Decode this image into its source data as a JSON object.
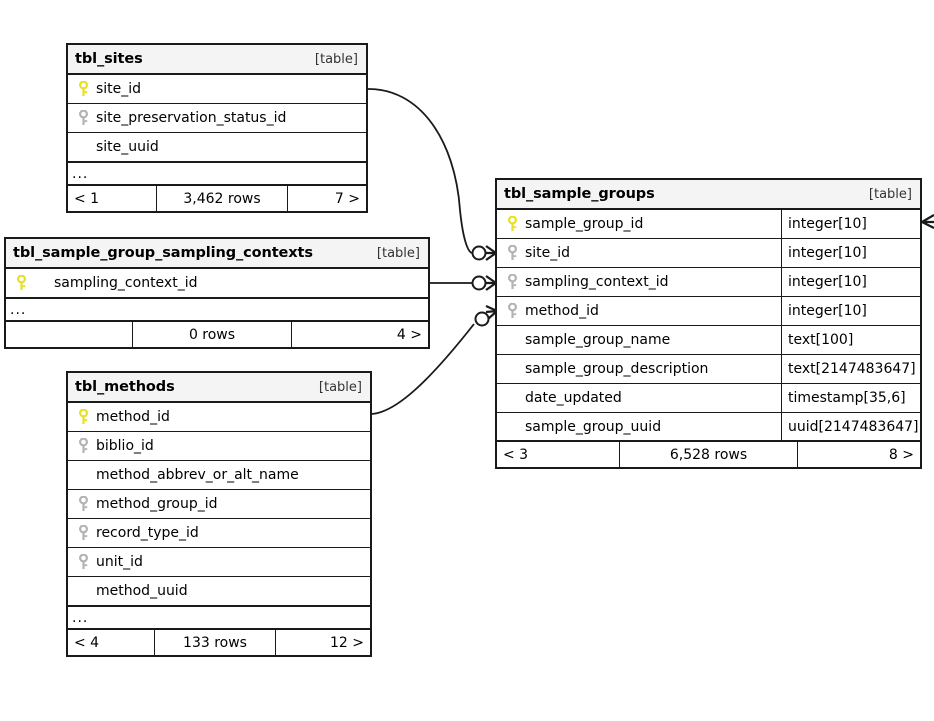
{
  "diagram": {
    "kind_label": "[table]",
    "ellipsis": "...",
    "colors": {
      "primary_key": "#e8e021",
      "foreign_key": "#b3b3b3",
      "border": "#1a1a1a",
      "header_fill": "#f4f4f4",
      "background": "#ffffff"
    }
  },
  "entities": {
    "sites": {
      "title": "tbl_sites",
      "kind": "[table]",
      "columns": [
        {
          "name": "site_id",
          "key": "pk",
          "type": ""
        },
        {
          "name": "site_preservation_status_id",
          "key": "fk",
          "type": ""
        },
        {
          "name": "site_uuid",
          "key": "none",
          "type": ""
        }
      ],
      "has_ellipsis": true,
      "footer": {
        "left": "< 1",
        "center": "3,462 rows",
        "right": "7 >"
      }
    },
    "sampling_contexts": {
      "title": "tbl_sample_group_sampling_contexts",
      "kind": "[table]",
      "columns": [
        {
          "name": "sampling_context_id",
          "key": "pk",
          "type": ""
        }
      ],
      "has_ellipsis": true,
      "footer": {
        "left": "",
        "center": "0 rows",
        "right": "4 >"
      }
    },
    "methods": {
      "title": "tbl_methods",
      "kind": "[table]",
      "columns": [
        {
          "name": "method_id",
          "key": "pk",
          "type": ""
        },
        {
          "name": "biblio_id",
          "key": "fk",
          "type": ""
        },
        {
          "name": "method_abbrev_or_alt_name",
          "key": "none",
          "type": ""
        },
        {
          "name": "method_group_id",
          "key": "fk",
          "type": ""
        },
        {
          "name": "record_type_id",
          "key": "fk",
          "type": ""
        },
        {
          "name": "unit_id",
          "key": "fk",
          "type": ""
        },
        {
          "name": "method_uuid",
          "key": "none",
          "type": ""
        }
      ],
      "has_ellipsis": true,
      "footer": {
        "left": "< 4",
        "center": "133 rows",
        "right": "12 >"
      }
    },
    "sample_groups": {
      "title": "tbl_sample_groups",
      "kind": "[table]",
      "columns": [
        {
          "name": "sample_group_id",
          "key": "pk",
          "type": "integer[10]"
        },
        {
          "name": "site_id",
          "key": "fk",
          "type": "integer[10]"
        },
        {
          "name": "sampling_context_id",
          "key": "fk",
          "type": "integer[10]"
        },
        {
          "name": "method_id",
          "key": "fk",
          "type": "integer[10]"
        },
        {
          "name": "sample_group_name",
          "key": "none",
          "type": "text[100]"
        },
        {
          "name": "sample_group_description",
          "key": "none",
          "type": "text[2147483647]"
        },
        {
          "name": "date_updated",
          "key": "none",
          "type": "timestamp[35,6]"
        },
        {
          "name": "sample_group_uuid",
          "key": "none",
          "type": "uuid[2147483647]"
        }
      ],
      "has_ellipsis": false,
      "footer": {
        "left": "< 3",
        "center": "6,528 rows",
        "right": "8 >"
      }
    }
  },
  "relationships": [
    {
      "name": "sites-to-sample-groups",
      "from": "tbl_sites.site_id",
      "to": "tbl_sample_groups.site_id",
      "from_cardinality": "one",
      "to_cardinality": "zero-or-many"
    },
    {
      "name": "sampling-contexts-to-sample-groups",
      "from": "tbl_sample_group_sampling_contexts.sampling_context_id",
      "to": "tbl_sample_groups.sampling_context_id",
      "from_cardinality": "one",
      "to_cardinality": "zero-or-many"
    },
    {
      "name": "methods-to-sample-groups",
      "from": "tbl_methods.method_id",
      "to": "tbl_sample_groups.method_id",
      "from_cardinality": "one",
      "to_cardinality": "zero-or-many"
    },
    {
      "name": "sample-groups-outgoing",
      "from": "tbl_sample_groups.sample_group_id",
      "to": "offscreen",
      "from_cardinality": "one",
      "to_cardinality": "many"
    }
  ]
}
